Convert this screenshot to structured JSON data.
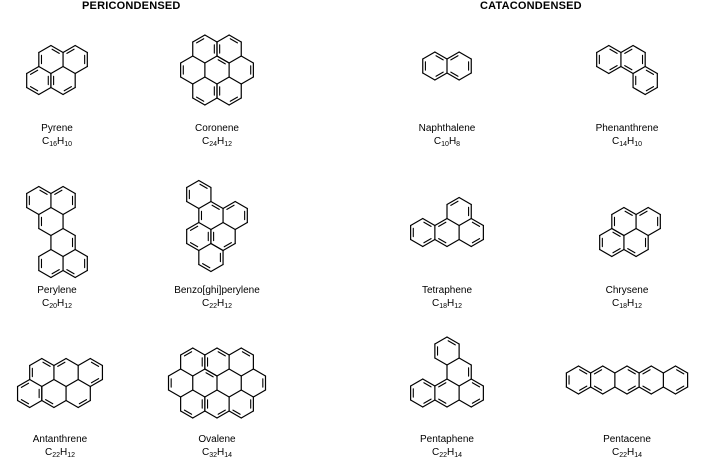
{
  "headings": {
    "left": "PERICONDENSED",
    "right": "CATACONDENSED"
  },
  "molecules": [
    {
      "name": "Pyrene",
      "formula": [
        [
          "C",
          "16"
        ],
        [
          "H",
          "10"
        ]
      ]
    },
    {
      "name": "Coronene",
      "formula": [
        [
          "C",
          "24"
        ],
        [
          "H",
          "12"
        ]
      ]
    },
    {
      "name": "Naphthalene",
      "formula": [
        [
          "C",
          "10"
        ],
        [
          "H",
          "8"
        ]
      ]
    },
    {
      "name": "Phenanthrene",
      "formula": [
        [
          "C",
          "14"
        ],
        [
          "H",
          "10"
        ]
      ]
    },
    {
      "name": "Perylene",
      "formula": [
        [
          "C",
          "20"
        ],
        [
          "H",
          "12"
        ]
      ]
    },
    {
      "name": "Benzo[ghi]perylene",
      "formula": [
        [
          "C",
          "22"
        ],
        [
          "H",
          "12"
        ]
      ]
    },
    {
      "name": "Tetraphene",
      "formula": [
        [
          "C",
          "18"
        ],
        [
          "H",
          "12"
        ]
      ]
    },
    {
      "name": "Chrysene",
      "formula": [
        [
          "C",
          "18"
        ],
        [
          "H",
          "12"
        ]
      ]
    },
    {
      "name": "Antanthrene",
      "formula": [
        [
          "C",
          "22"
        ],
        [
          "H",
          "12"
        ]
      ]
    },
    {
      "name": "Ovalene",
      "formula": [
        [
          "C",
          "32"
        ],
        [
          "H",
          "14"
        ]
      ]
    },
    {
      "name": "Pentaphene",
      "formula": [
        [
          "C",
          "22"
        ],
        [
          "H",
          "14"
        ]
      ]
    },
    {
      "name": "Pentacene",
      "formula": [
        [
          "C",
          "22"
        ],
        [
          "H",
          "14"
        ]
      ]
    }
  ]
}
